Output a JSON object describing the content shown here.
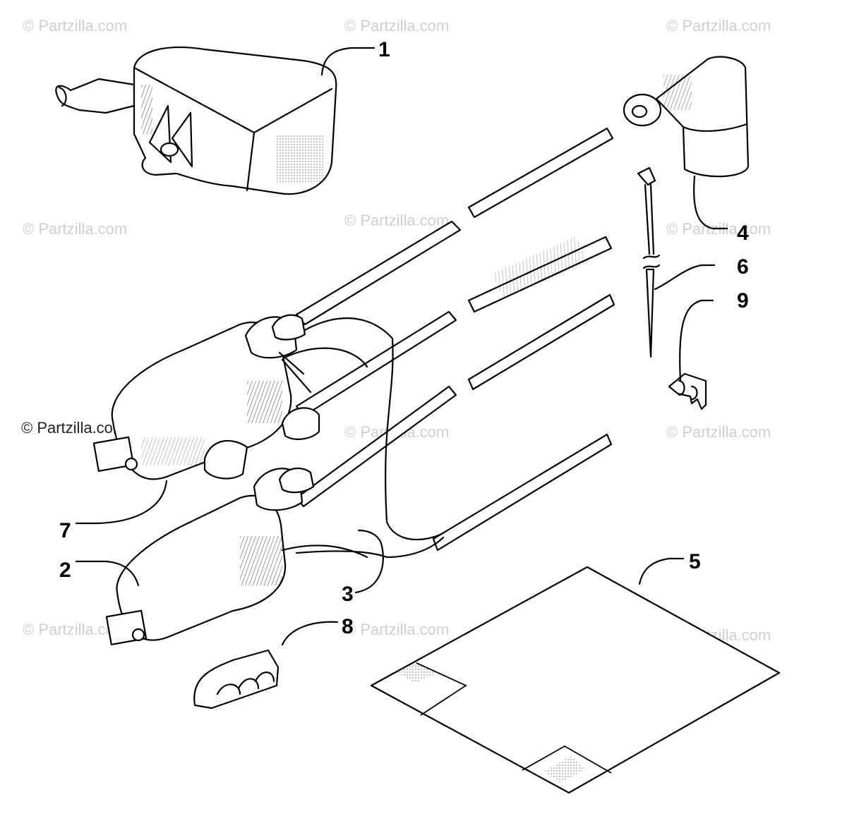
{
  "watermark_text": "© Partzilla.com",
  "callouts": {
    "c1": "1",
    "c2": "2",
    "c3": "3",
    "c4": "4",
    "c5": "5",
    "c6": "6",
    "c7": "7",
    "c8": "8",
    "c9": "9"
  }
}
